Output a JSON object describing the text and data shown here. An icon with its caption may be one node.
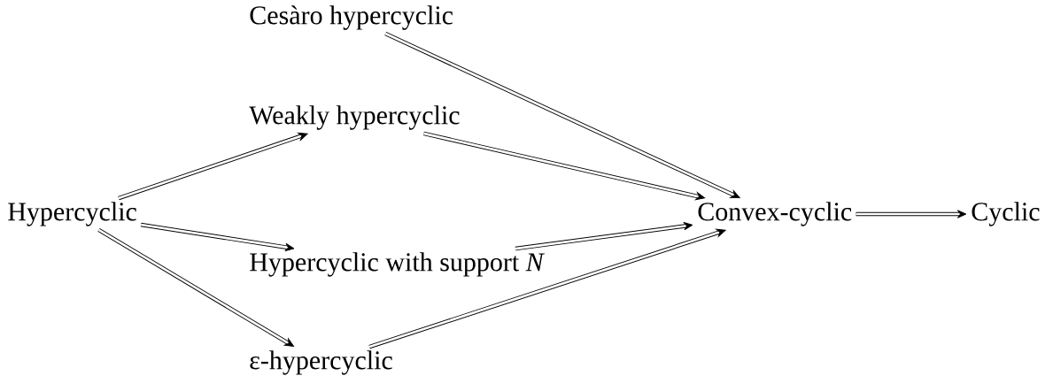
{
  "diagram": {
    "nodes": [
      {
        "text": [
          "Hypercyclic"
        ]
      },
      {
        "text": [
          "Cesàro hypercyclic"
        ]
      },
      {
        "text": [
          "Weakly hypercyclic"
        ]
      },
      {
        "text": [
          "Hypercyclic with support *N*"
        ]
      },
      {
        "text": [
          "ε-hypercyclic"
        ]
      },
      {
        "text": [
          "Convex-cyclic"
        ]
      },
      {
        "text": [
          "Cyclic"
        ]
      }
    ],
    "edges": [
      {
        "from": 0,
        "to": 2,
        "arrow": "to"
      },
      {
        "from": 0,
        "to": 3,
        "arrow": "to"
      },
      {
        "from": 0,
        "to": 4,
        "arrow": "to"
      },
      {
        "from": 1,
        "to": 5,
        "arrow": "to"
      },
      {
        "from": 2,
        "to": 5,
        "arrow": "to"
      },
      {
        "from": 3,
        "to": 5,
        "arrow": "to"
      },
      {
        "from": 4,
        "to": 5,
        "arrow": "to"
      },
      {
        "from": 5,
        "to": 6,
        "arrow": "to"
      }
    ]
  }
}
